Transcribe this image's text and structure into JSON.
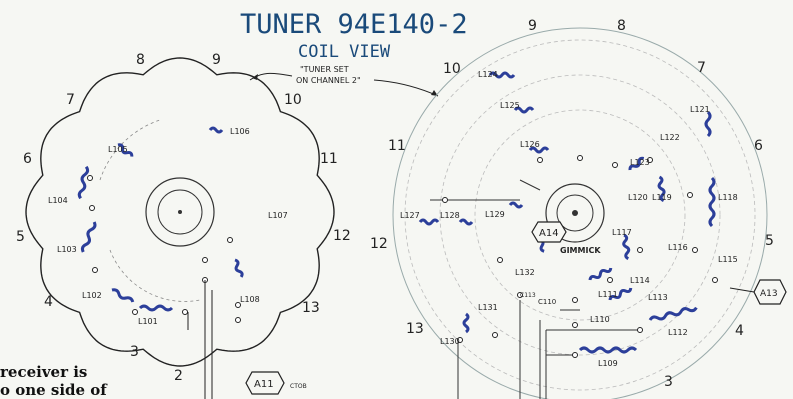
{
  "title": "TUNER  94E140-2",
  "subtitle": "COIL VIEW",
  "note_line1": "\"TUNER SET",
  "note_line2": "ON CHANNEL 2\"",
  "left_disc": {
    "channels": [
      "8",
      "9",
      "10",
      "11",
      "12",
      "13",
      "2",
      "3",
      "4",
      "5",
      "6",
      "7"
    ],
    "coils": [
      "L105",
      "L106",
      "L104",
      "L107",
      "L103",
      "L102",
      "L101",
      "L108"
    ]
  },
  "right_disc": {
    "channels": [
      "9",
      "8",
      "10",
      "7",
      "11",
      "6",
      "12",
      "5",
      "13",
      "4",
      "3"
    ],
    "coils": [
      "L124",
      "L125",
      "L126",
      "L121",
      "L122",
      "L123",
      "L127",
      "L128",
      "L120",
      "L119",
      "L118",
      "L117",
      "L116",
      "L115",
      "L114",
      "L113",
      "L112",
      "L111",
      "L110",
      "L109",
      "L129",
      "L131",
      "L130",
      "L132"
    ],
    "markers": [
      "A14",
      "A13",
      "A11"
    ],
    "gimmick": "GIMMICK",
    "c_labels": [
      "C110",
      "C113"
    ],
    "cto": "CTOB"
  },
  "caption_line1": "receiver is",
  "caption_line2": "o one side of",
  "colors": {
    "ink": "#1a4a7a",
    "coil": "#2c3f9a",
    "paper": "#f6f7f3"
  }
}
